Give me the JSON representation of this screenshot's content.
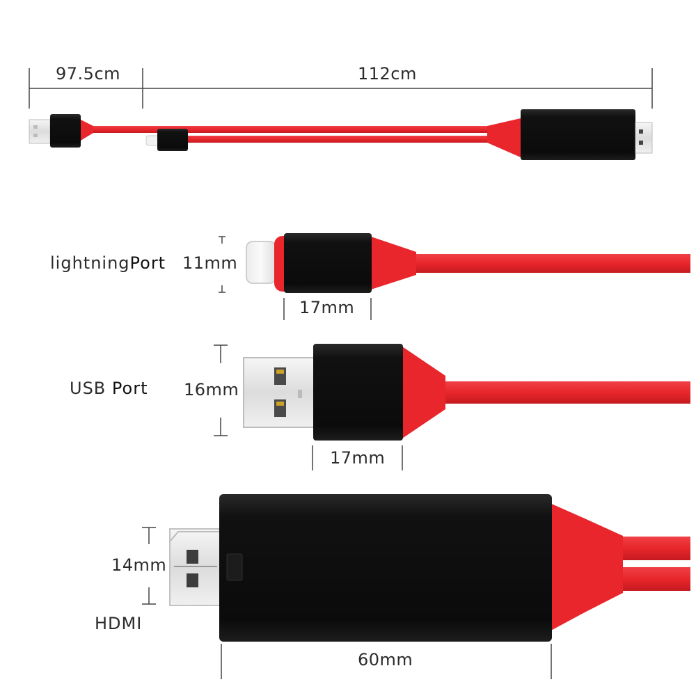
{
  "top_assembly": {
    "left_length": "97.5cm",
    "right_length": "112cm"
  },
  "lightning": {
    "name_part1": "lightning",
    "name_part2": "Port",
    "height": "11mm",
    "length": "17mm"
  },
  "usb": {
    "name_part1": "USB ",
    "name_part2": "Port",
    "height": "16mm",
    "length": "17mm"
  },
  "hdmi": {
    "name": "HDMI",
    "height": "14mm",
    "length": "60mm"
  },
  "colors": {
    "cable_red": "#e8262b",
    "cable_red_dark": "#c81b20",
    "housing_black": "#111111",
    "metal": "#e6e6e6",
    "line": "#444444"
  }
}
